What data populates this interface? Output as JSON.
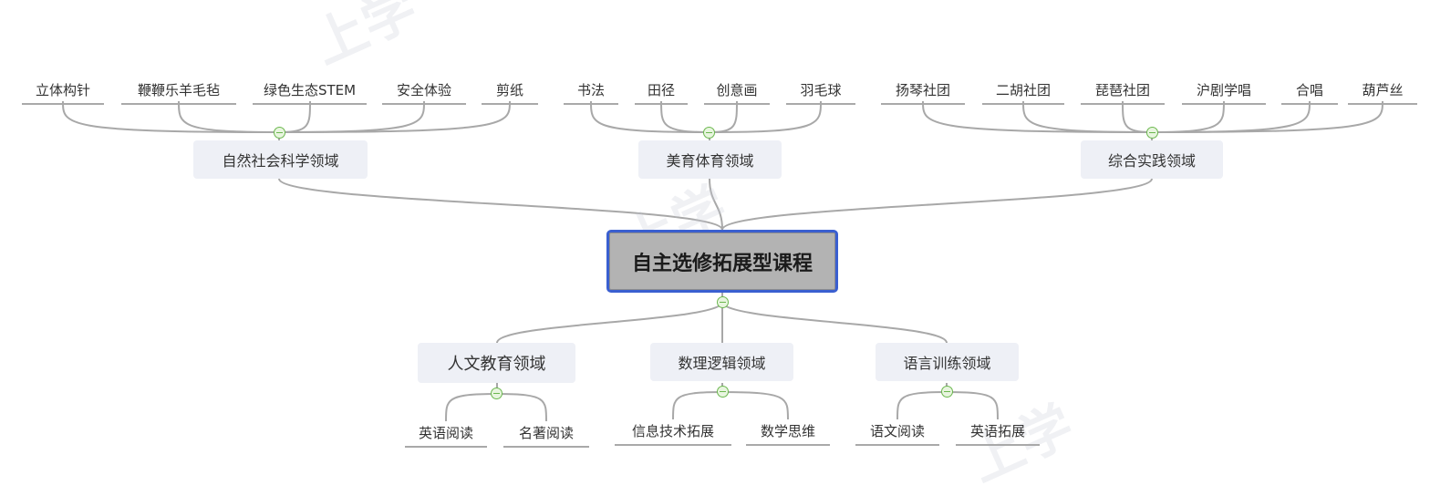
{
  "mindmap": {
    "root": {
      "label": "自主选修拓展型课程"
    },
    "upper_domains": [
      {
        "label": "自然社会科学领域",
        "leaves": [
          "立体构针",
          "鞭鞭乐羊毛毡",
          "绿色生态STEM",
          "安全体验",
          "剪纸"
        ]
      },
      {
        "label": "美育体育领域",
        "leaves": [
          "书法",
          "田径",
          "创意画",
          "羽毛球"
        ]
      },
      {
        "label": "综合实践领域",
        "leaves": [
          "扬琴社团",
          "二胡社团",
          "琵琶社团",
          "沪剧学唱",
          "合唱",
          "葫芦丝"
        ]
      }
    ],
    "lower_domains": [
      {
        "label": "人文教育领域",
        "leaves": [
          "英语阅读",
          "名著阅读"
        ]
      },
      {
        "label": "数理逻辑领域",
        "leaves": [
          "信息技术拓展",
          "数学思维"
        ]
      },
      {
        "label": "语言训练领域",
        "leaves": [
          "语文阅读",
          "英语拓展"
        ]
      }
    ]
  },
  "colors": {
    "connector": "#a8a8a8",
    "root_border": "#3a5fd0",
    "root_fill": "#b3b3b3",
    "domain_fill": "#eef0f6",
    "collapse_green": "#6cb84f"
  }
}
